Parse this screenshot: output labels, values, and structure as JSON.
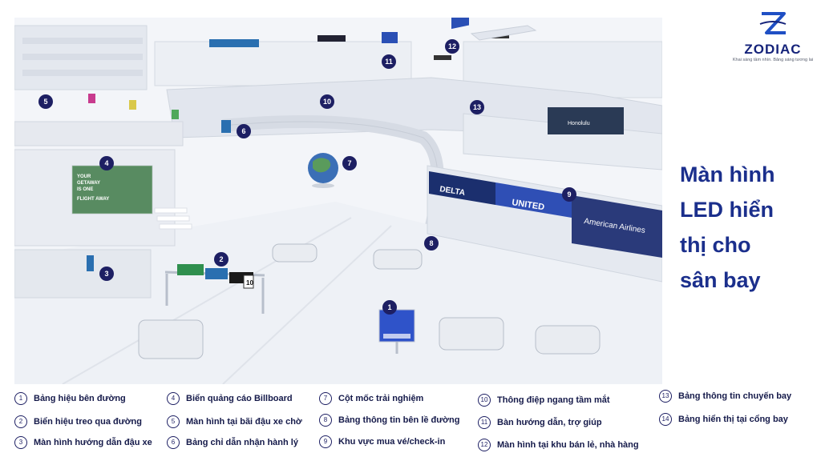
{
  "brand": {
    "name": "ZODIAC",
    "tagline": "Khai sáng tầm nhìn. Bảng sáng tương lai"
  },
  "headline": {
    "line1": "Màn hình",
    "line2": "LED hiển",
    "line3": "thị cho",
    "line4": "sân bay"
  },
  "map_markers": [
    "1",
    "2",
    "3",
    "4",
    "5",
    "6",
    "7",
    "8",
    "9",
    "10",
    "11",
    "12",
    "13"
  ],
  "scene_labels": {
    "delta": "DELTA",
    "united": "UNITED",
    "american": "American Airlines",
    "billboard_line1": "YOUR",
    "billboard_line2": "GETAWAY",
    "billboard_line3": "IS ONE",
    "billboard_line4": "FLIGHT AWAY",
    "honolulu": "Honolulu",
    "speed": "10"
  },
  "legend": [
    {
      "num": "1",
      "label": "Bảng hiệu bên đường"
    },
    {
      "num": "2",
      "label": "Biển hiệu treo qua đường"
    },
    {
      "num": "3",
      "label": "Màn hình hướng dẫn đậu xe"
    },
    {
      "num": "4",
      "label": "Biển quảng cáo Billboard"
    },
    {
      "num": "5",
      "label": "Màn hình tại bãi đậu xe chờ"
    },
    {
      "num": "6",
      "label": "Bảng chỉ dẫn nhận hành lý"
    },
    {
      "num": "7",
      "label": "Cột mốc trải nghiệm"
    },
    {
      "num": "8",
      "label": "Bảng thông tin bên lề đường"
    },
    {
      "num": "9",
      "label": "Khu vực mua vé/check-in"
    },
    {
      "num": "10",
      "label": "Thông điệp ngang  tầm mắt"
    },
    {
      "num": "11",
      "label": "Bàn hướng dẫn,  trợ giúp"
    },
    {
      "num": "12",
      "label": "Màn hình tại khu bán lẻ, nhà hàng"
    },
    {
      "num": "13",
      "label": "Bảng thông tin chuyến bay"
    },
    {
      "num": "14",
      "label": "Bảng hiển thị tại cổng bay"
    }
  ],
  "colors": {
    "navy": "#1d1f63",
    "headline": "#1b2f8c",
    "delta": "#1b2f6e",
    "united": "#2f4fb5",
    "american": "#2a3a7a"
  }
}
